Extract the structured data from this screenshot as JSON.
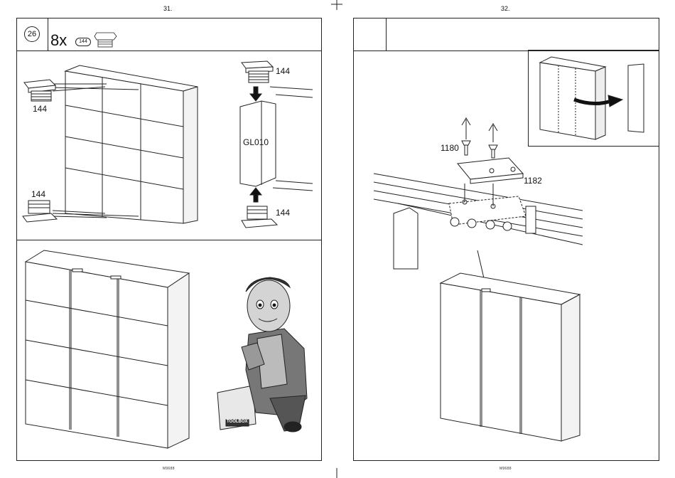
{
  "pages": {
    "left": {
      "page_number": "31.",
      "footer": "M9688",
      "step": {
        "number": "26",
        "quantity": "8x",
        "part_code": "144"
      },
      "callouts": {
        "top_left": "144",
        "bottom_left": "144",
        "top_right": "144",
        "bottom_right": "144",
        "profile": "GL010"
      },
      "mascot_badge": "TOOLBOX"
    },
    "right": {
      "page_number": "32.",
      "footer": "M9688",
      "callouts": {
        "screw": "1180",
        "bracket": "1182"
      }
    }
  }
}
